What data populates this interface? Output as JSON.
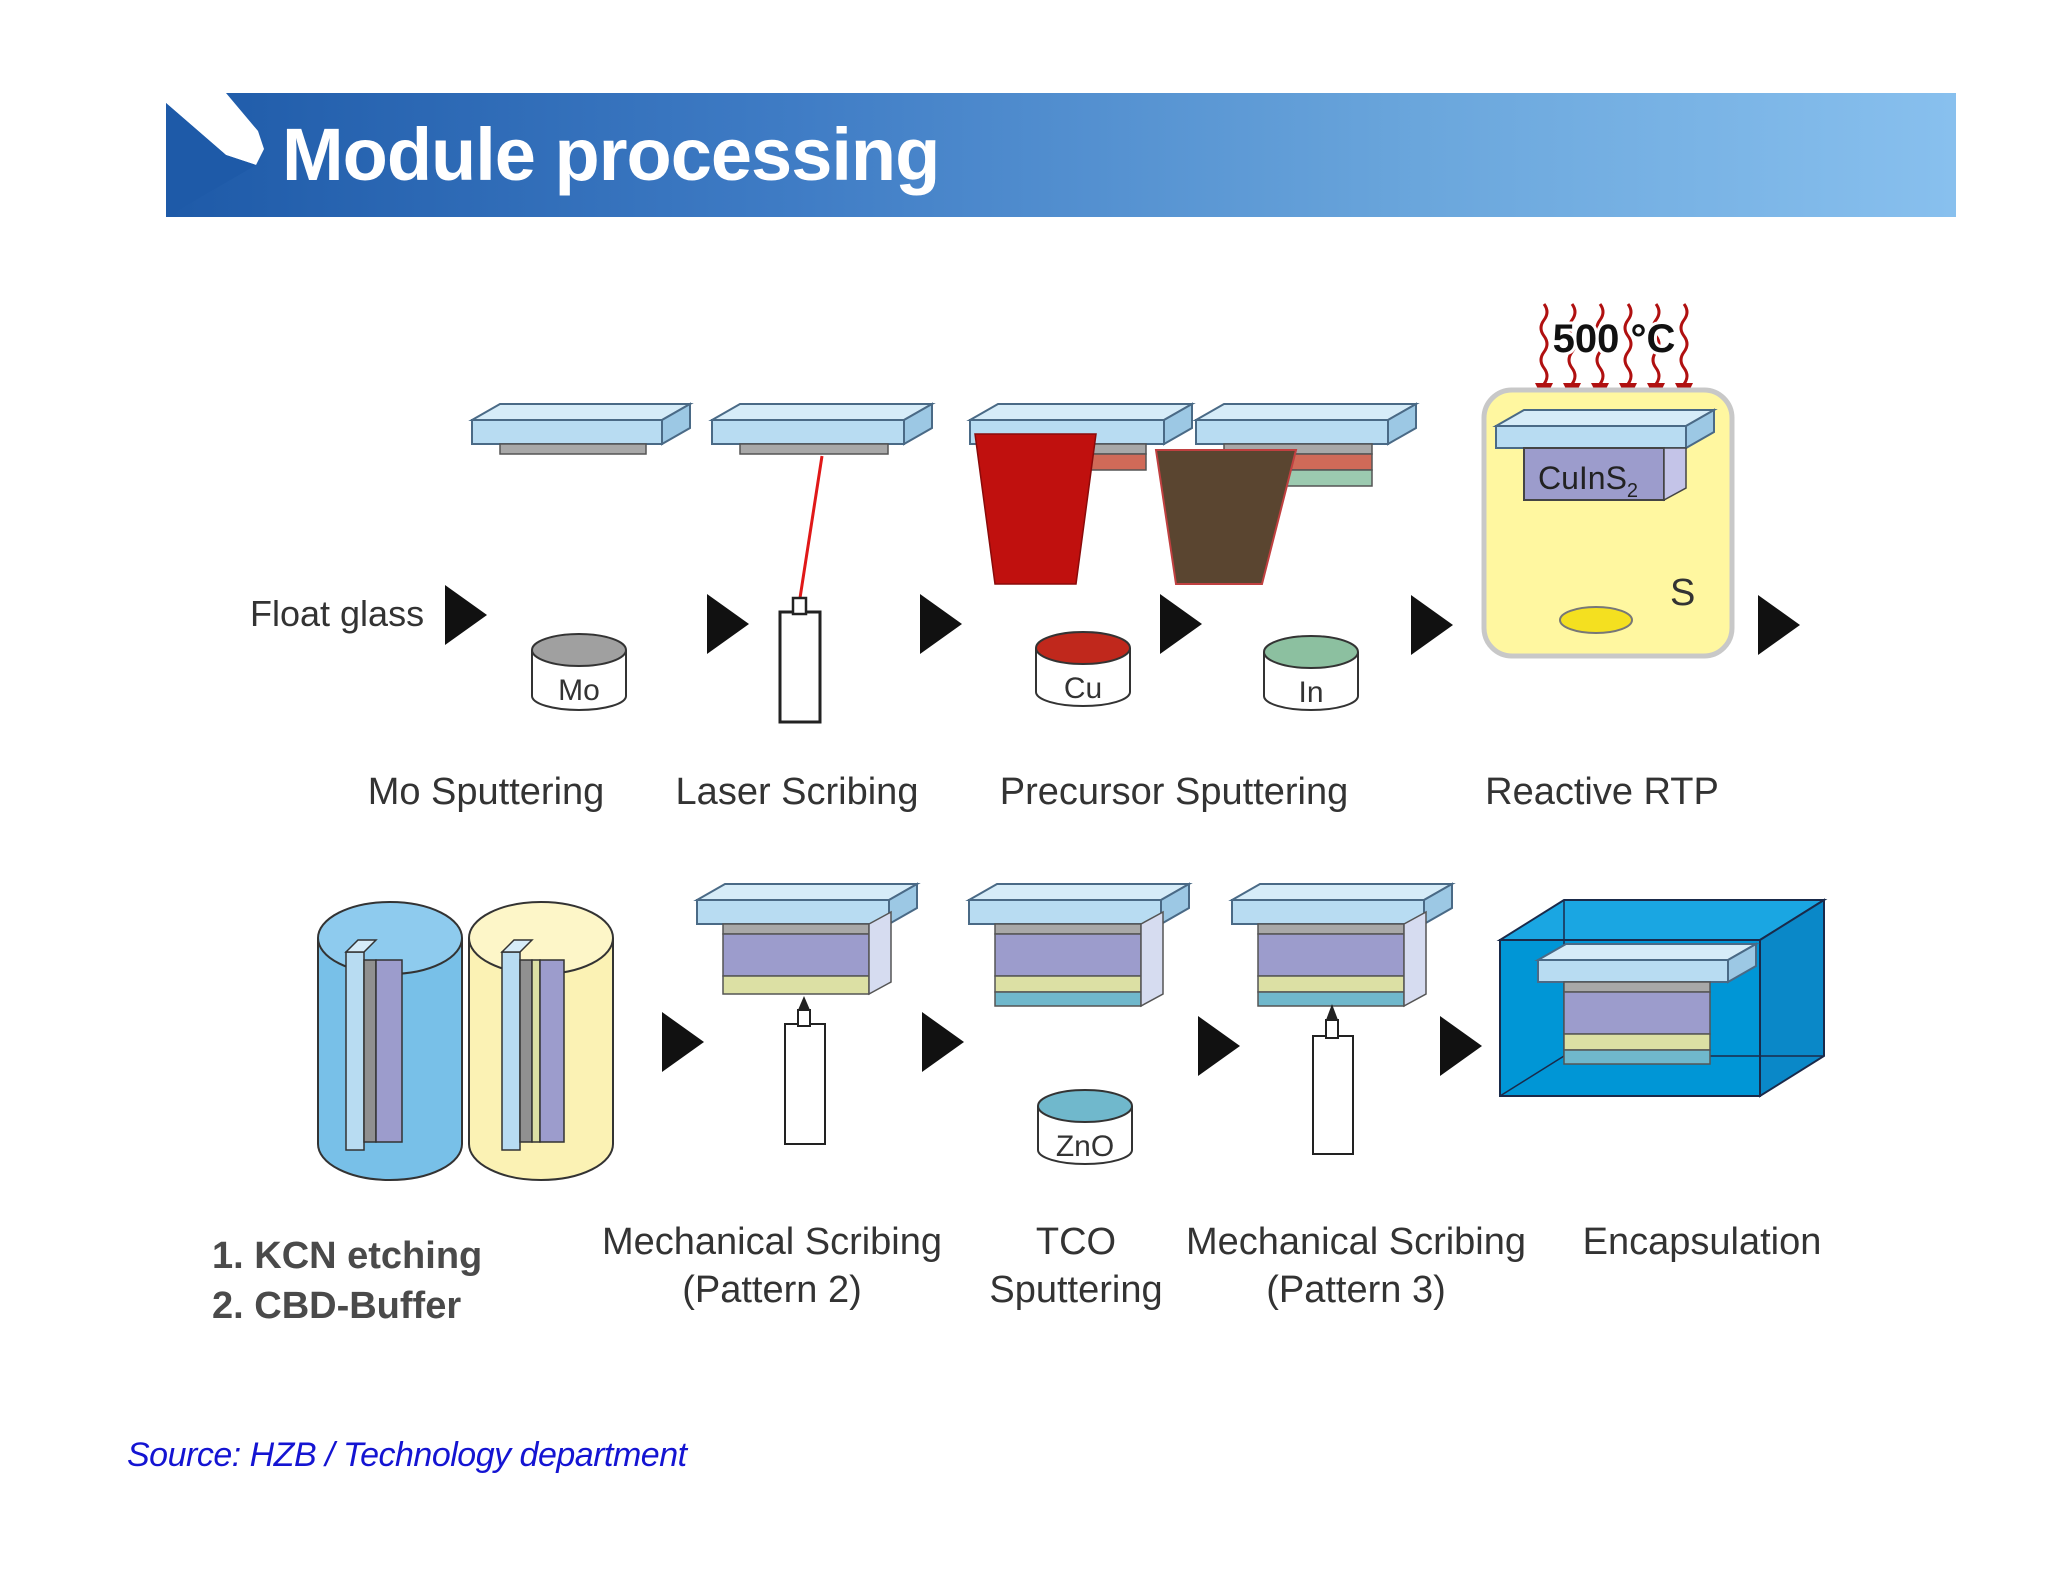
{
  "title": "Module processing",
  "input_label": "Float glass",
  "rtp_temperature": "500 °C",
  "targets": {
    "mo": "Mo",
    "cu": "Cu",
    "in": "In",
    "zno": "ZnO"
  },
  "layer_label": "CuInS2",
  "sulfur_label": "S",
  "row1_steps": [
    "Mo Sputtering",
    "Laser Scribing",
    "Precursor Sputtering",
    "Reactive RTP"
  ],
  "row2_steps": {
    "wet_chem": [
      "1. KCN etching",
      "2. CBD-Buffer"
    ],
    "mech_scribing_2": [
      "Mechanical Scribing",
      "(Pattern 2)"
    ],
    "tco": [
      "TCO",
      "Sputtering"
    ],
    "mech_scribing_3": [
      "Mechanical Scribing",
      "(Pattern 3)"
    ],
    "encapsulation": "Encapsulation"
  },
  "source": "Source: HZB / Technology department",
  "colors": {
    "title_dark": "#1e5aa8",
    "title_light": "#88c0ee",
    "glass": "#b8dcf2",
    "mo_layer": "#a8a8a8",
    "cu_color": "#c0100e",
    "in_color": "#8cc0a0",
    "cuins2": "#9c9ccc",
    "buffer": "#dce0a4",
    "zno": "#70b8cc",
    "encapsulation": "#0096d6",
    "source_text": "#1414d2"
  }
}
